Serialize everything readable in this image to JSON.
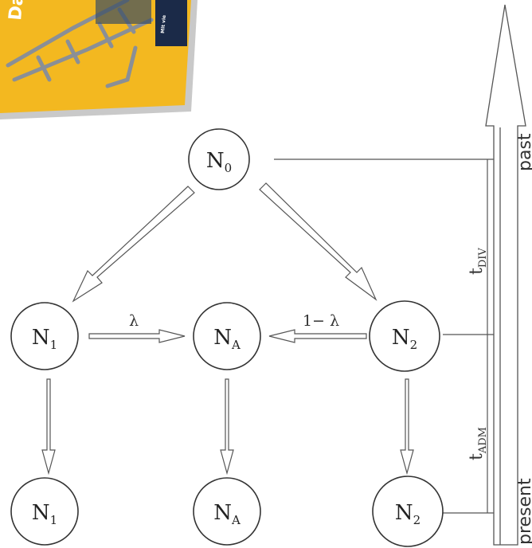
{
  "nodes": {
    "n0": {
      "base": "N",
      "sub": "0"
    },
    "n1": {
      "base": "N",
      "sub": "1"
    },
    "na": {
      "base": "N",
      "sub": "A"
    },
    "n2": {
      "base": "N",
      "sub": "2"
    },
    "n1_present": {
      "base": "N",
      "sub": "1"
    },
    "na_present": {
      "base": "N",
      "sub": "A"
    },
    "n2_present": {
      "base": "N",
      "sub": "2"
    }
  },
  "admixture": {
    "left_weight": "λ",
    "right_weight": "1− λ"
  },
  "timeline": {
    "div": {
      "base": "t",
      "sub": "DIV"
    },
    "adm": {
      "base": "t",
      "sub": "ADM"
    },
    "past": "past",
    "present": "present"
  },
  "book_cover": {
    "title_fragment": "Da",
    "tagline_fragment": "Mit vie",
    "background_color": "#f3b820"
  },
  "colors": {
    "line": "#555555",
    "node_stroke": "#333333"
  }
}
